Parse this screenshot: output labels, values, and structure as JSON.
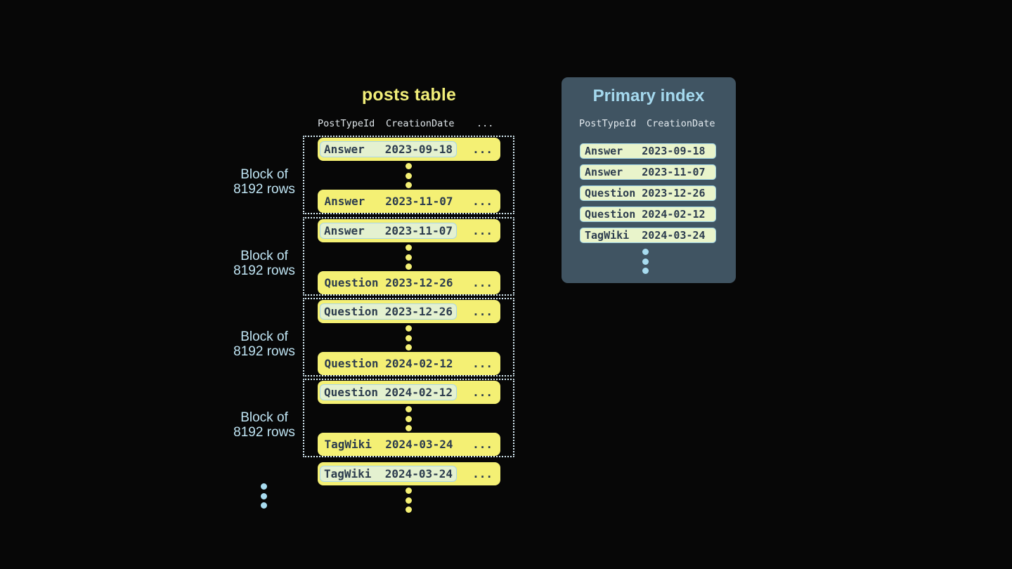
{
  "colors": {
    "background": "#070707",
    "row_yellow": "#f4f074",
    "title_yellow": "#f1ee79",
    "highlight_bg": "#e4f1d0",
    "highlight_border": "#a9d6e7",
    "index_row_bg": "#e9f4cb",
    "index_row_border": "#9fd3e4",
    "panel_bg": "#405462",
    "label_blue": "#bfe4f3",
    "index_title_blue": "#a5d9ee",
    "dark_text": "#2c3c4e",
    "dotted_border": "#d9eef7",
    "header_text": "#dfe6ea",
    "blue_dot": "#a8dcf0"
  },
  "posts_table": {
    "title": "posts table",
    "columns": [
      "PostTypeId",
      "CreationDate",
      "..."
    ],
    "block_label": [
      "Block of",
      "8192 rows"
    ],
    "ellipsis": "...",
    "blocks": [
      {
        "first_row": {
          "post_type": "Answer",
          "creation_date": "2023-09-18",
          "highlighted": true
        },
        "last_row": {
          "post_type": "Answer",
          "creation_date": "2023-11-07",
          "highlighted": false
        }
      },
      {
        "first_row": {
          "post_type": "Answer",
          "creation_date": "2023-11-07",
          "highlighted": true
        },
        "last_row": {
          "post_type": "Question",
          "creation_date": "2023-12-26",
          "highlighted": false
        }
      },
      {
        "first_row": {
          "post_type": "Question",
          "creation_date": "2023-12-26",
          "highlighted": true
        },
        "last_row": {
          "post_type": "Question",
          "creation_date": "2024-02-12",
          "highlighted": false
        }
      },
      {
        "first_row": {
          "post_type": "Question",
          "creation_date": "2024-02-12",
          "highlighted": true
        },
        "last_row": {
          "post_type": "TagWiki",
          "creation_date": "2024-03-24",
          "highlighted": false
        }
      }
    ],
    "trailing_row": {
      "post_type": "TagWiki",
      "creation_date": "2024-03-24",
      "highlighted": true
    }
  },
  "primary_index": {
    "title": "Primary index",
    "columns": [
      "PostTypeId",
      "CreationDate"
    ],
    "rows": [
      {
        "post_type": "Answer",
        "creation_date": "2023-09-18"
      },
      {
        "post_type": "Answer",
        "creation_date": "2023-11-07"
      },
      {
        "post_type": "Question",
        "creation_date": "2023-12-26"
      },
      {
        "post_type": "Question",
        "creation_date": "2024-02-12"
      },
      {
        "post_type": "TagWiki",
        "creation_date": "2024-03-24"
      }
    ]
  }
}
